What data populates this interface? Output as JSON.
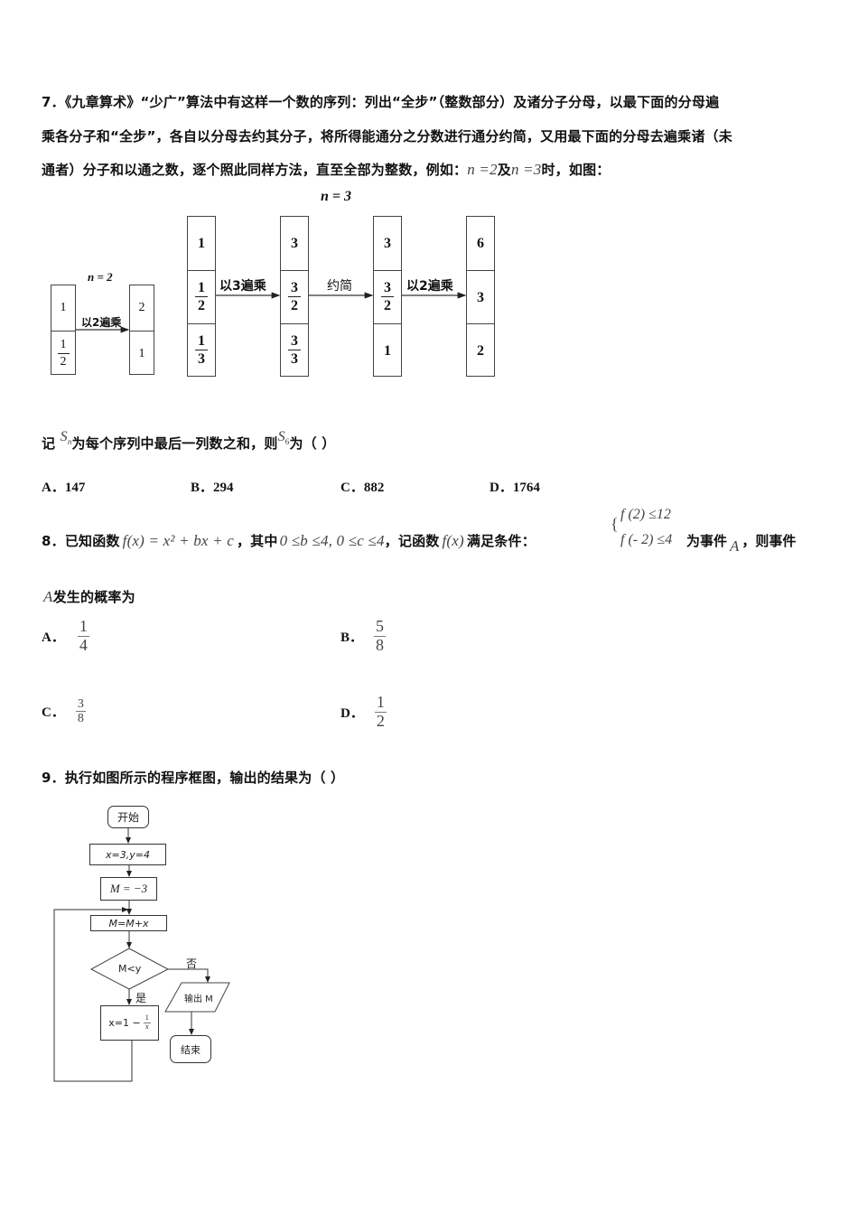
{
  "q7": {
    "line1": "7．《九章算术》“少广”算法中有这样一个数的序列：列出“全步”（整数部分）及诸分子分母，以最下面的分母遍",
    "line2": "乘各分子和“全步”，各自以分母去约其分子，将所得能通分之分数进行通分约简，又用最下面的分母去遍乘诸（未",
    "line3_a": "通者）分子和以通之数，逐个照此同样方法，直至全部为整数，例如：",
    "line3_m1": "n =2",
    "line3_b": "及",
    "line3_m2": "n =3",
    "line3_c": "时，如图：",
    "figure": {
      "n2_title": "n = 2",
      "n3_title": "n = 3",
      "n2_columns": [
        {
          "cells": [
            "1",
            "1/2"
          ]
        },
        {
          "cells": [
            "2",
            "1"
          ]
        }
      ],
      "n2_arrow": "以2遍乘",
      "n3_columns": [
        {
          "cells": [
            "1",
            "1/2",
            "1/3"
          ]
        },
        {
          "cells": [
            "3",
            "3/2",
            "3/3"
          ]
        },
        {
          "cells": [
            "3",
            "3/2",
            "1"
          ]
        },
        {
          "cells": [
            "6",
            "3",
            "2"
          ]
        }
      ],
      "n3_arrows": [
        "以3遍乘",
        "约简",
        "以2遍乘"
      ]
    },
    "stem_a": "记",
    "stem_sn": "S",
    "stem_sn_sub": "n",
    "stem_b": "为每个序列中最后一列数之和，则",
    "stem_s6": "S",
    "stem_s6_sub": "6",
    "stem_c": "为（   ）",
    "options": [
      {
        "label": "A．",
        "value": "147"
      },
      {
        "label": "B．",
        "value": "294"
      },
      {
        "label": "C．",
        "value": "882"
      },
      {
        "label": "D．",
        "value": "1764"
      }
    ]
  },
  "q8": {
    "prefix": "8．已知函数",
    "func": "f(x) = x² + bx + c",
    "mid1": "，其中",
    "range": "0 ≤b ≤4, 0 ≤c ≤4",
    "mid2": "，记函数",
    "func2": "f(x)",
    "mid3": "满足条件：",
    "cond1": "f (2) ≤12",
    "cond2": "f (- 2) ≤4",
    "mid4": "为事件",
    "event": "A",
    "mid5": "，则事件",
    "line2_event": "A",
    "line2_text": "发生的概率为",
    "options": [
      {
        "label": "A．",
        "num": "1",
        "den": "4"
      },
      {
        "label": "B．",
        "num": "5",
        "den": "8"
      },
      {
        "label": "C．",
        "num": "3",
        "den": "8"
      },
      {
        "label": "D．",
        "num": "1",
        "den": "2"
      }
    ]
  },
  "q9": {
    "stem": "9．执行如图所示的程序框图，输出的结果为（   ）",
    "flowchart": {
      "start": "开始",
      "init": "x=3,y=4",
      "m_init": "M = −3",
      "update": "M=M+x",
      "condition": "M<y",
      "no_label": "否",
      "yes_label": "是",
      "output": "输出 M",
      "assign_prefix": "x=1 −",
      "assign_num": "1",
      "assign_den": "x",
      "end": "结束"
    }
  }
}
